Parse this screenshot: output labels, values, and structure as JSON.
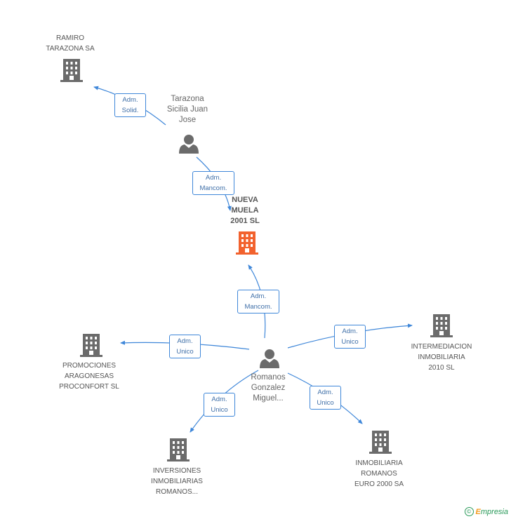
{
  "colors": {
    "edge": "#3f87d9",
    "building": "#6b6b6b",
    "building_focus": "#f2622e",
    "person": "#6b6b6b"
  },
  "nodes": {
    "ramiro": {
      "label": "RAMIRO\nTARAZONA SA",
      "icon": "building-icon"
    },
    "tarazona": {
      "label": "Tarazona\nSicilia Juan\nJose",
      "icon": "person-icon"
    },
    "nueva_muela": {
      "label": "NUEVA\nMUELA\n2001 SL",
      "icon": "building-icon"
    },
    "romanos": {
      "label": "Romanos\nGonzalez\nMiguel...",
      "icon": "person-icon"
    },
    "promociones": {
      "label": "PROMOCIONES\nARAGONESAS\nPROCONFORT SL",
      "icon": "building-icon"
    },
    "intermediacion": {
      "label": "INTERMEDIACION\nINMOBILIARIA\n2010 SL",
      "icon": "building-icon"
    },
    "inversiones": {
      "label": "INVERSIONES\nINMOBILIARIAS\nROMANOS...",
      "icon": "building-icon"
    },
    "inmobiliaria_romanos": {
      "label": "INMOBILIARIA\nROMANOS\nEURO 2000 SA",
      "icon": "building-icon"
    }
  },
  "edges": {
    "tarazona_ramiro": "Adm.\nSolid.",
    "tarazona_nueva": "Adm.\nMancom.",
    "romanos_nueva": "Adm.\nMancom.",
    "romanos_promociones": "Adm.\nUnico",
    "romanos_intermediacion": "Adm.\nUnico",
    "romanos_inversiones": "Adm.\nUnico",
    "romanos_inmobiliaria": "Adm.\nUnico"
  },
  "footer": {
    "copyright": "©",
    "brand_initial": "E",
    "brand_rest": "mpresia"
  }
}
